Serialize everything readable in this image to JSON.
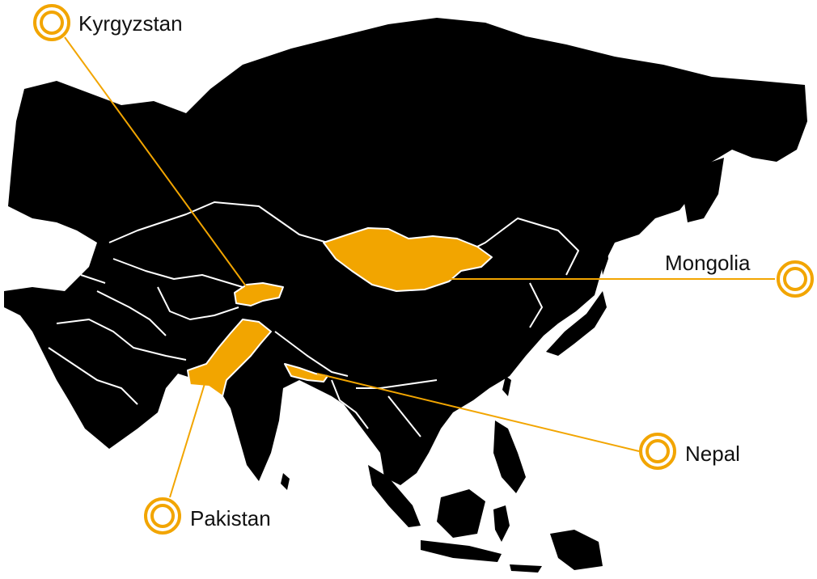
{
  "map": {
    "colors": {
      "land": "#000000",
      "border": "#ffffff",
      "highlight": "#f2a500",
      "background": "#ffffff"
    },
    "callouts": [
      {
        "id": "kyrgyzstan",
        "label": "Kyrgyzstan",
        "marker": "ring-icon"
      },
      {
        "id": "mongolia",
        "label": "Mongolia",
        "marker": "ring-icon"
      },
      {
        "id": "pakistan",
        "label": "Pakistan",
        "marker": "ring-icon"
      },
      {
        "id": "nepal",
        "label": "Nepal",
        "marker": "ring-icon"
      }
    ]
  }
}
